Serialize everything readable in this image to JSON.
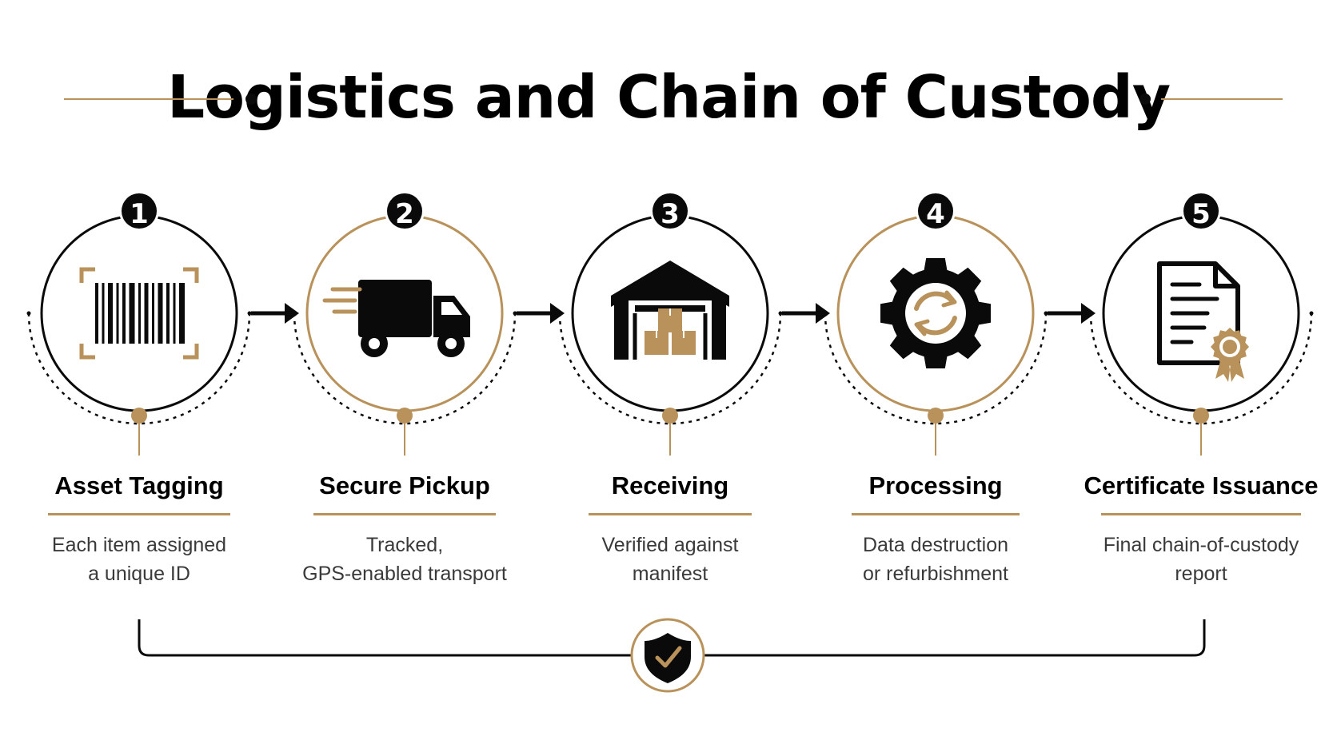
{
  "title": "Logistics and Chain of Custody",
  "colors": {
    "accent": "#b8925a",
    "ink": "#0a0a0a",
    "muted": "#3a3a3a"
  },
  "steps": [
    {
      "number": "1",
      "name": "Asset Tagging",
      "desc": [
        "Each item assigned",
        "a unique ID"
      ],
      "icon": "barcode-icon",
      "ring": "black"
    },
    {
      "number": "2",
      "name": "Secure Pickup",
      "desc": [
        "Tracked,",
        "GPS-enabled transport"
      ],
      "icon": "truck-icon",
      "ring": "gold"
    },
    {
      "number": "3",
      "name": "Receiving",
      "desc": [
        "Verified against",
        "manifest"
      ],
      "icon": "warehouse-icon",
      "ring": "black"
    },
    {
      "number": "4",
      "name": "Processing",
      "desc": [
        "Data destruction",
        "or refurbishment"
      ],
      "icon": "gear-icon",
      "ring": "gold"
    },
    {
      "number": "5",
      "name": "Certificate Issuance",
      "desc": [
        "Final chain-of-custody",
        "report"
      ],
      "icon": "certificate-icon",
      "ring": "black"
    }
  ],
  "footer_icon": "shield-check-icon"
}
